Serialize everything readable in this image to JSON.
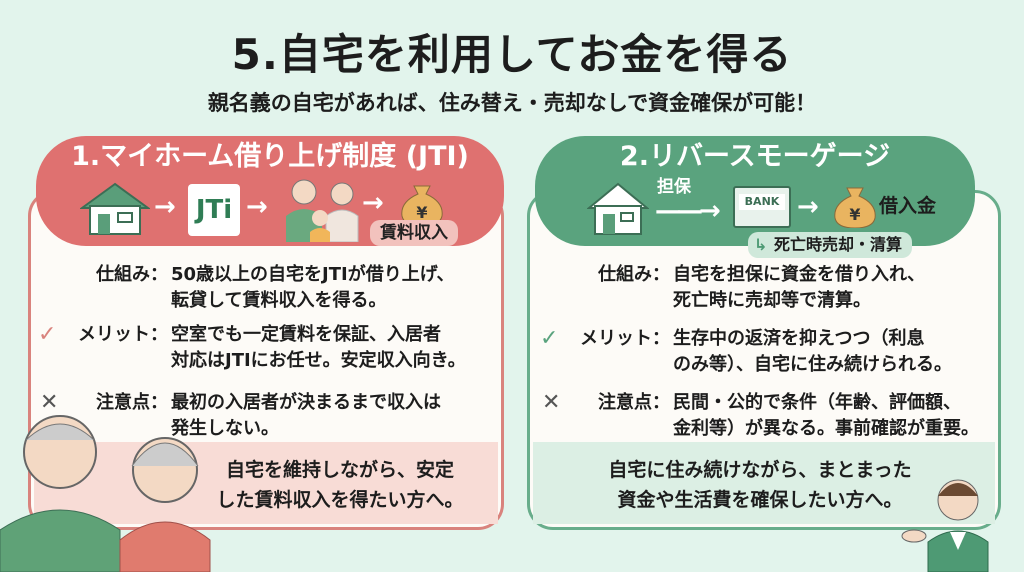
{
  "title": "5.自宅を利用してお金を得る",
  "subtitle": "親名義の自宅があれば、住み替え・売却なしで資金確保が可能！",
  "colors": {
    "left_accent": "#df7170",
    "right_accent": "#5aa37e",
    "background": "#e2f4ec"
  },
  "left": {
    "heading": "1.マイホーム借り上げ制度 (JTI)",
    "flow": {
      "logo": "JTi",
      "result": "賃料収入"
    },
    "rows": [
      {
        "icon": "none",
        "label": "仕組み：",
        "lines": [
          "50歳以上の自宅をJTIが借り上げ、",
          "転貸して賃料収入を得る。"
        ]
      },
      {
        "icon": "check-icon",
        "label": "メリット：",
        "lines": [
          "空室でも一定賃料を保証、入居者",
          "対応はJTIにお任せ。安定収入向き。"
        ]
      },
      {
        "icon": "cross-icon",
        "label": "注意点：",
        "lines": [
          "最初の入居者が決まるまで収入は",
          "発生しない。"
        ]
      }
    ],
    "summary": [
      "自宅を維持しながら、安定",
      "した賃料収入を得たい方へ。"
    ]
  },
  "right": {
    "heading": "2.リバースモーゲージ",
    "flow": {
      "collateral": "担保",
      "bank": "BANK",
      "result": "借入金",
      "after": "死亡時売却・清算"
    },
    "rows": [
      {
        "icon": "none",
        "label": "仕組み：",
        "lines": [
          "自宅を担保に資金を借り入れ、",
          "死亡時に売却等で清算。"
        ]
      },
      {
        "icon": "check-icon",
        "label": "メリット：",
        "lines": [
          "生存中の返済を抑えつつ（利息",
          "のみ等）、自宅に住み続けられる。"
        ]
      },
      {
        "icon": "cross-icon",
        "label": "注意点：",
        "lines": [
          "民間・公的で条件（年齢、評価額、",
          "金利等）が異なる。事前確認が重要。"
        ]
      }
    ],
    "summary": [
      "自宅に住み続けながら、まとまった",
      "資金や生活費を確保したい方へ。"
    ]
  }
}
